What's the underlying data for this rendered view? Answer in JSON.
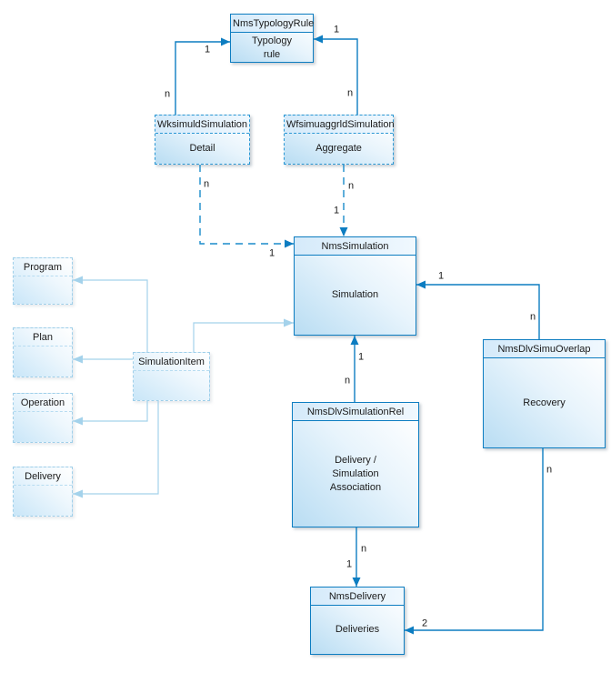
{
  "entities": {
    "nms_typology_rule": {
      "name": "NmsTypologyRule",
      "body": "Typology\nrule"
    },
    "wksimuld_simulation": {
      "name": "WksimuldSimulation",
      "body": "Detail"
    },
    "wfsimuaggrld_simulation": {
      "name": "WfsimuaggrldSimulation",
      "body": "Aggregate"
    },
    "nms_simulation": {
      "name": "NmsSimulation",
      "body": "Simulation"
    },
    "nms_dlv_simu_overlap": {
      "name": "NmsDlvSimuOverlap",
      "body": "Recovery"
    },
    "nms_dlv_simulation_rel": {
      "name": "NmsDlvSimulationRel",
      "body": "Delivery /\nSimulation\nAssociation"
    },
    "nms_delivery": {
      "name": "NmsDelivery",
      "body": "Deliveries"
    },
    "program": {
      "name": "Program"
    },
    "plan": {
      "name": "Plan"
    },
    "operation": {
      "name": "Operation"
    },
    "delivery": {
      "name": "Delivery"
    },
    "simulation_item": {
      "name": "SimulationItem"
    }
  },
  "relations": {
    "detail_to_typology": {
      "source_label": "n",
      "target_label": "1"
    },
    "aggregate_to_typology": {
      "source_label": "n",
      "target_label": "1"
    },
    "detail_to_simulation": {
      "source_label": "n",
      "target_label": "1"
    },
    "aggregate_to_simulation": {
      "source_label": "n",
      "target_label": "1"
    },
    "overlap_to_simulation": {
      "source_label": "n",
      "target_label": "1"
    },
    "rel_to_simulation": {
      "source_label": "n",
      "target_label": "1"
    },
    "rel_to_delivery": {
      "source_label": "n",
      "target_label": "1"
    },
    "overlap_to_delivery": {
      "source_label": "n",
      "target_label": "2"
    }
  },
  "colors": {
    "connector": "#0d7dc1",
    "connector_dashed": "#1b8ccb",
    "connector_light": "#a4d2eb",
    "box_border": "#0d7dc1",
    "box_border_dashed": "#2a97d4",
    "box_border_light": "#9fcfe9",
    "box_fill": "#b9ddf3",
    "text": "#1a1a1a"
  }
}
